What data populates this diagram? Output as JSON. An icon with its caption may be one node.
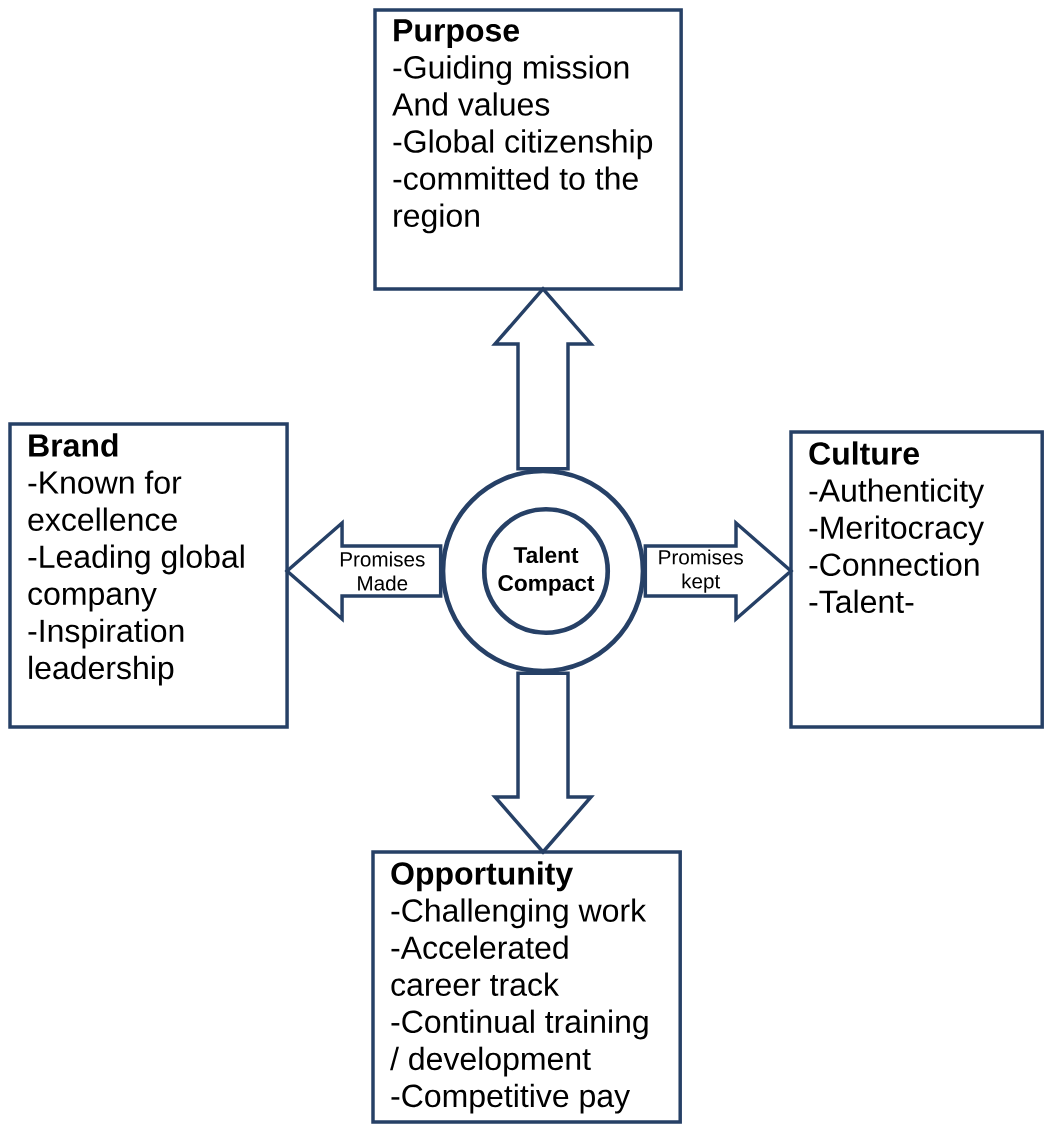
{
  "diagram": {
    "nodes": [
      {
        "text": [],
        "shape": "circle"
      },
      {
        "text": [
          "Talent Compact"
        ],
        "in": 0
      },
      {
        "text": [
          "Purpose",
          "-Guiding mission And values",
          "-Global citizenship",
          "-committed to the region"
        ]
      },
      {
        "text": [
          "Brand",
          "-Known for excellence",
          "-Leading global company",
          "-Inspiration leadership"
        ]
      },
      {
        "text": [
          "Culture",
          "-Authenticity",
          "-Meritocracy",
          "-Connection",
          "-Talent-"
        ]
      },
      {
        "text": [
          "Opportunity",
          "-Challenging work",
          "-Accelerated career track",
          "-Continual training / development",
          "-Competitive pay"
        ]
      }
    ],
    "edges": [
      {
        "from": 0,
        "to": 2,
        "arrow": "to"
      },
      {
        "from": 0,
        "to": 3,
        "arrow": "to",
        "label": "Promises Made"
      },
      {
        "from": 0,
        "to": 4,
        "arrow": "to",
        "label": "Promises kept"
      },
      {
        "from": 0,
        "to": 5,
        "arrow": "to"
      }
    ]
  }
}
